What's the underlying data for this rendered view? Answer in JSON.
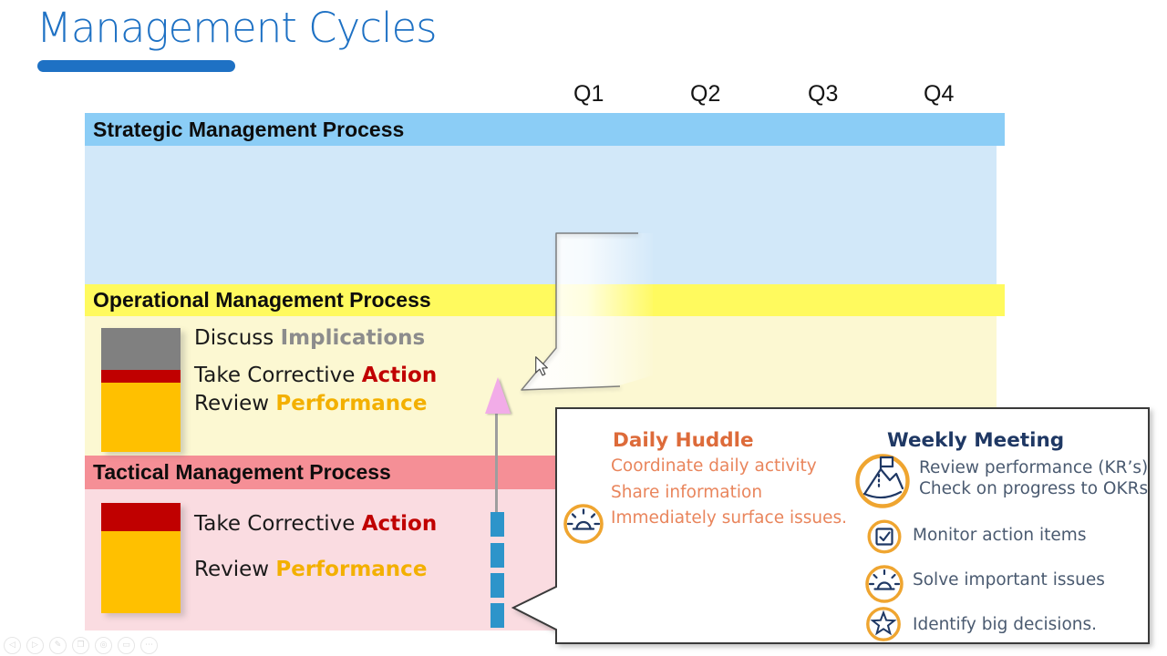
{
  "slide": {
    "title": "Management Cycles",
    "quarters": [
      "Q1",
      "Q2",
      "Q3",
      "Q4"
    ],
    "bands": {
      "strategic": "Strategic Management Process",
      "operational": "Operational Management Process",
      "tactical": "Tactical Management Process"
    },
    "operational_steps": [
      {
        "prefix": "Discuss ",
        "highlight": "Implications"
      },
      {
        "prefix": "Take Corrective ",
        "highlight": "Action"
      },
      {
        "prefix": "Review ",
        "highlight": "Performance"
      }
    ],
    "tactical_steps": [
      {
        "prefix": "Take Corrective ",
        "highlight": "Action"
      },
      {
        "prefix": "Review ",
        "highlight": "Performance"
      }
    ],
    "callout": {
      "daily": {
        "title": "Daily Huddle",
        "lines": [
          "Coordinate daily activity",
          "Share information",
          "Immediately surface issues."
        ],
        "icon": "siren-icon"
      },
      "weekly": {
        "title": "Weekly Meeting",
        "items": [
          {
            "icon": "mountain-flag-icon",
            "line1": "Review performance (KR’s)",
            "line2": "Check on progress to OKRs"
          },
          {
            "icon": "checkbox-icon",
            "line1": "Monitor action items"
          },
          {
            "icon": "siren-icon",
            "line1": "Solve important issues"
          },
          {
            "icon": "star-icon",
            "line1": "Identify big decisions."
          }
        ]
      }
    },
    "colors": {
      "accent_blue": "#1E71C4",
      "strategic_header": "#8BCDF6",
      "strategic_fill": "#D2E8F9",
      "operational_header": "#FFFA5E",
      "operational_fill": "#FCF8D2",
      "tactical_header": "#F58F96",
      "tactical_fill": "#FADCE1",
      "bar_gray": "#808080",
      "bar_red": "#C00000",
      "bar_amber": "#FFC000",
      "dash_blue": "#2D94CA",
      "arrow_pink": "#F2ACE8",
      "icon_ring_orange": "#EFA530",
      "icon_navy": "#1F3864",
      "daily_orange": "#DD6B3A",
      "weekly_navy": "#1F3864"
    }
  },
  "player": {
    "controls": [
      {
        "name": "previous",
        "glyph": "◁"
      },
      {
        "name": "play",
        "glyph": "▷"
      },
      {
        "name": "pen",
        "glyph": "✎"
      },
      {
        "name": "copy",
        "glyph": "❐"
      },
      {
        "name": "zoom",
        "glyph": "◎"
      },
      {
        "name": "screen",
        "glyph": "▭"
      },
      {
        "name": "more",
        "glyph": "⋯"
      }
    ]
  }
}
